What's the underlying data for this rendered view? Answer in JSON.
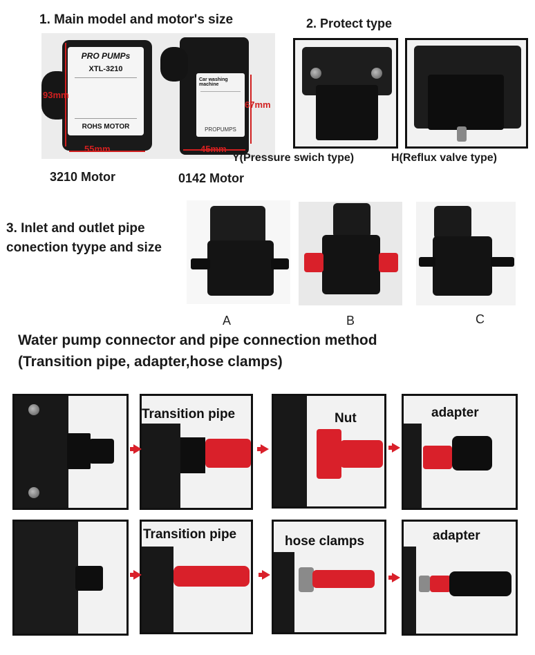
{
  "section1": {
    "title": "1. Main model and motor's size",
    "motor_a_caption": "3210 Motor",
    "motor_b_caption": "0142 Motor",
    "label_a_brand": "PRO PUMPs",
    "label_a_model": "XTL-3210",
    "label_a_footer": "ROHS  MOTOR",
    "label_b_title": "Car washing machine",
    "label_b_brand": "PROPUMPS",
    "dim_height": "93mm",
    "dim_width_a": "55mm",
    "dim_height_b": "67mm",
    "dim_width_b": "45mm"
  },
  "section2": {
    "title": "2. Protect type",
    "type_y": "Y(Pressure swich type)",
    "type_h": "H(Reflux valve type)"
  },
  "section3": {
    "title_line1": "3. Inlet and outlet pipe",
    "title_line2": "conection tyype and size",
    "types": [
      "A",
      "B",
      "C"
    ]
  },
  "section4": {
    "title_line1": "Water pump connector and pipe connection method",
    "title_line2": "(Transition pipe, adapter,hose clamps)",
    "row1_labels": [
      "",
      "Transition pipe",
      "Nut",
      "adapter"
    ],
    "row2_labels": [
      "",
      "Transition pipe",
      "hose clamps",
      "adapter"
    ]
  },
  "colors": {
    "accent_red": "#d9202a",
    "frame": "#111111"
  }
}
